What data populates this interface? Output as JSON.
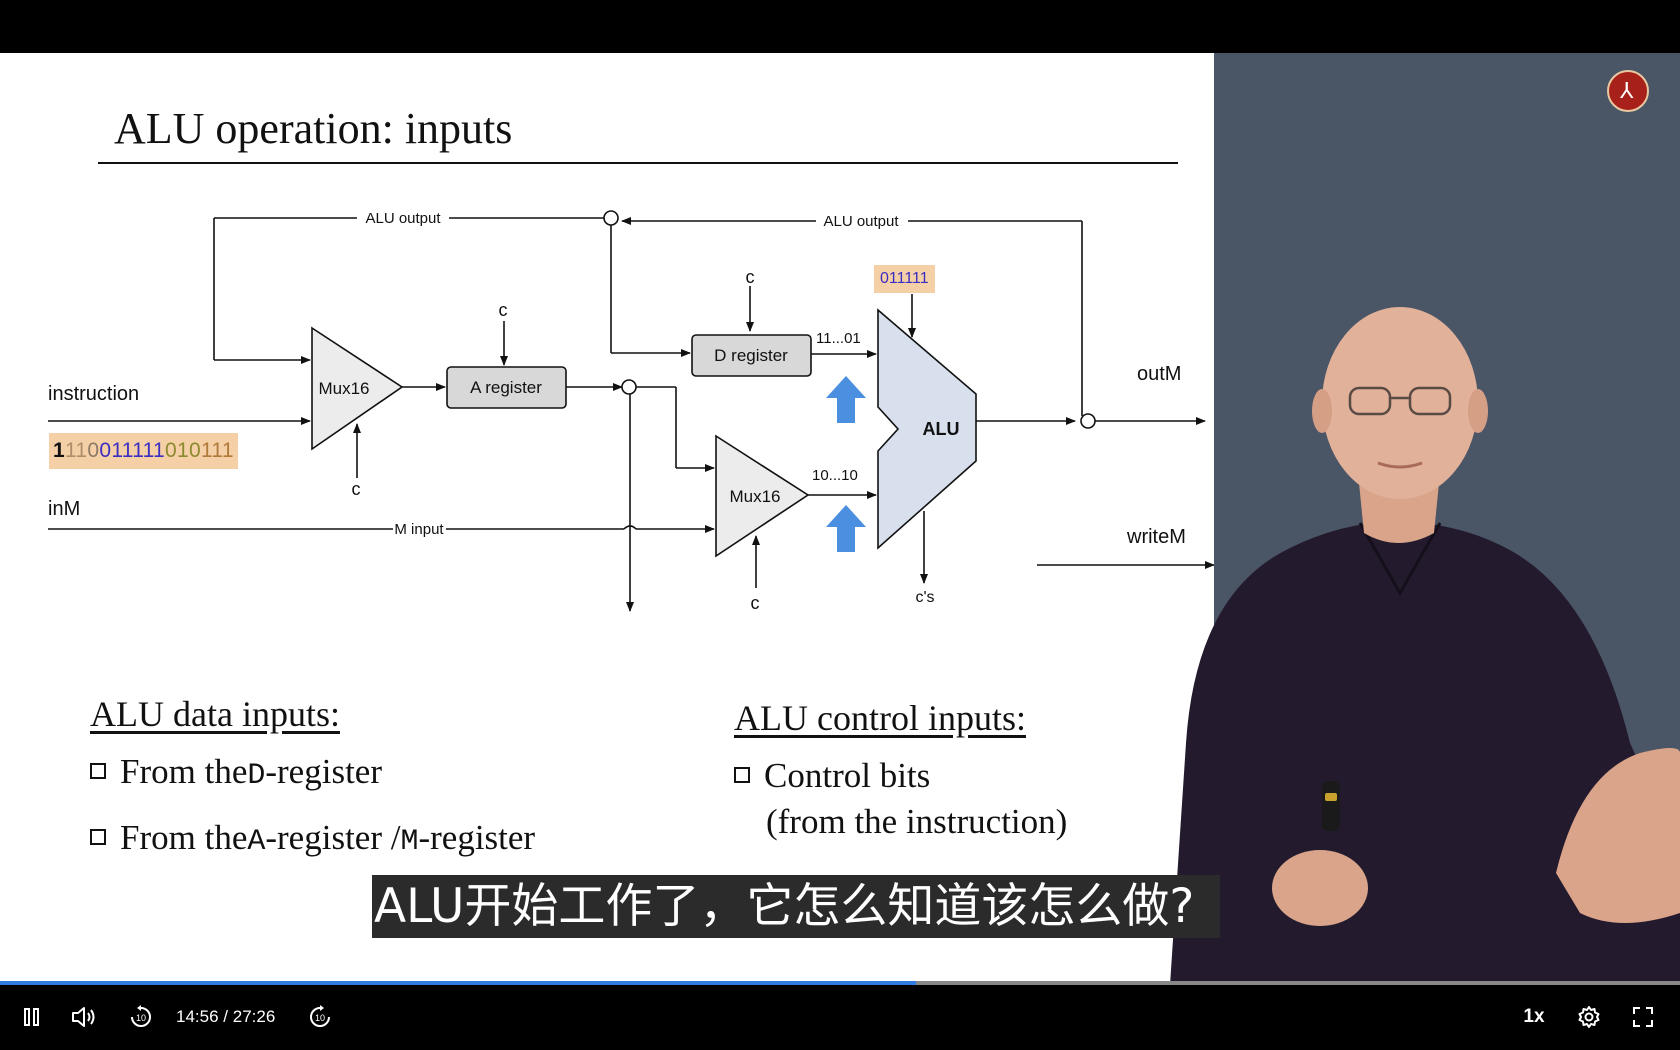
{
  "slide": {
    "title": "ALU operation: inputs",
    "diagram": {
      "alu_output_left": "ALU output",
      "alu_output_right": "ALU output",
      "instruction_label": "instruction",
      "inM_label": "inM",
      "m_input_label": "M input",
      "outM_label": "outM",
      "writeM_label": "writeM",
      "mux_top": "Mux16",
      "mux_bottom": "Mux16",
      "a_register": "A register",
      "d_register": "D register",
      "alu": "ALU",
      "c_label": "c",
      "cs_label": "c's",
      "d_bits": "11...01",
      "am_bits": "10...10",
      "instruction_bits": {
        "op": "1",
        "pre": "11",
        "a": "0",
        "c": "011111",
        "d": "010",
        "j": "111"
      },
      "control_bits": "011111"
    },
    "data_inputs": {
      "title": "ALU data inputs:",
      "item1_prefix": "From the ",
      "item1_code": "D",
      "item1_suffix": "-register",
      "item2_prefix": "From the ",
      "item2_code_a": "A",
      "item2_mid": "-register / ",
      "item2_code_m": "M",
      "item2_suffix": "-register"
    },
    "control_inputs": {
      "title": "ALU control inputs:",
      "item1_line1": "Control bits",
      "item1_line2": "(from the instruction)"
    }
  },
  "subtitle": "ALU开始工作了，它怎么知道该怎么做?",
  "player": {
    "current_time": "14:56",
    "separator": "/",
    "duration": "27:26",
    "progress": 0.545,
    "speed": "1x",
    "accent_color": "#2f7de1"
  },
  "icons": {
    "pause": "pause-icon",
    "volume": "volume-icon",
    "rewind": "rewind-10-icon",
    "forward": "forward-10-icon",
    "settings": "gear-icon",
    "fullscreen": "fullscreen-icon",
    "logo": "logo-icon"
  }
}
